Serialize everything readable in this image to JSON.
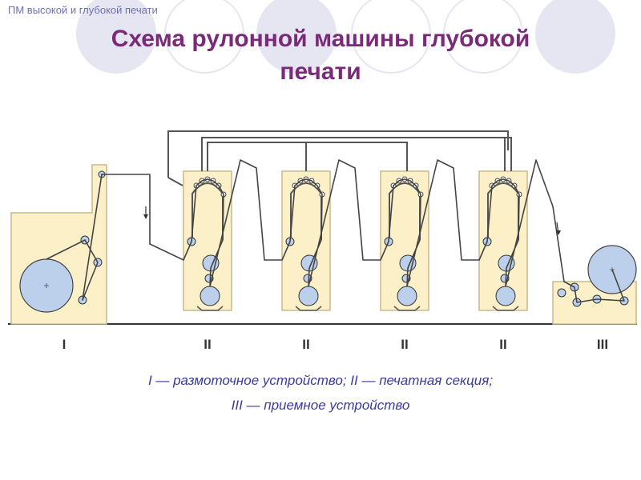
{
  "header_note": "ПМ высокой и глубокой печати",
  "title_line1": "Схема рулонной машины глубокой",
  "title_line2": "печати",
  "section_labels": [
    "I",
    "II",
    "II",
    "II",
    "II",
    "III"
  ],
  "caption_line1": "I — размоточное устройство; II — печатная секция;",
  "caption_line2": "III — приемное устройство",
  "colors": {
    "title": "#7a2a78",
    "caption": "#3a3aa0",
    "header_note": "#6f6fb4",
    "frame_fill": "#fbf0c8",
    "frame_stroke": "#c9b98c",
    "cylinder_fill": "#bcd0ec",
    "web_line": "#444444",
    "decor_circle": "#e6e6f3"
  }
}
